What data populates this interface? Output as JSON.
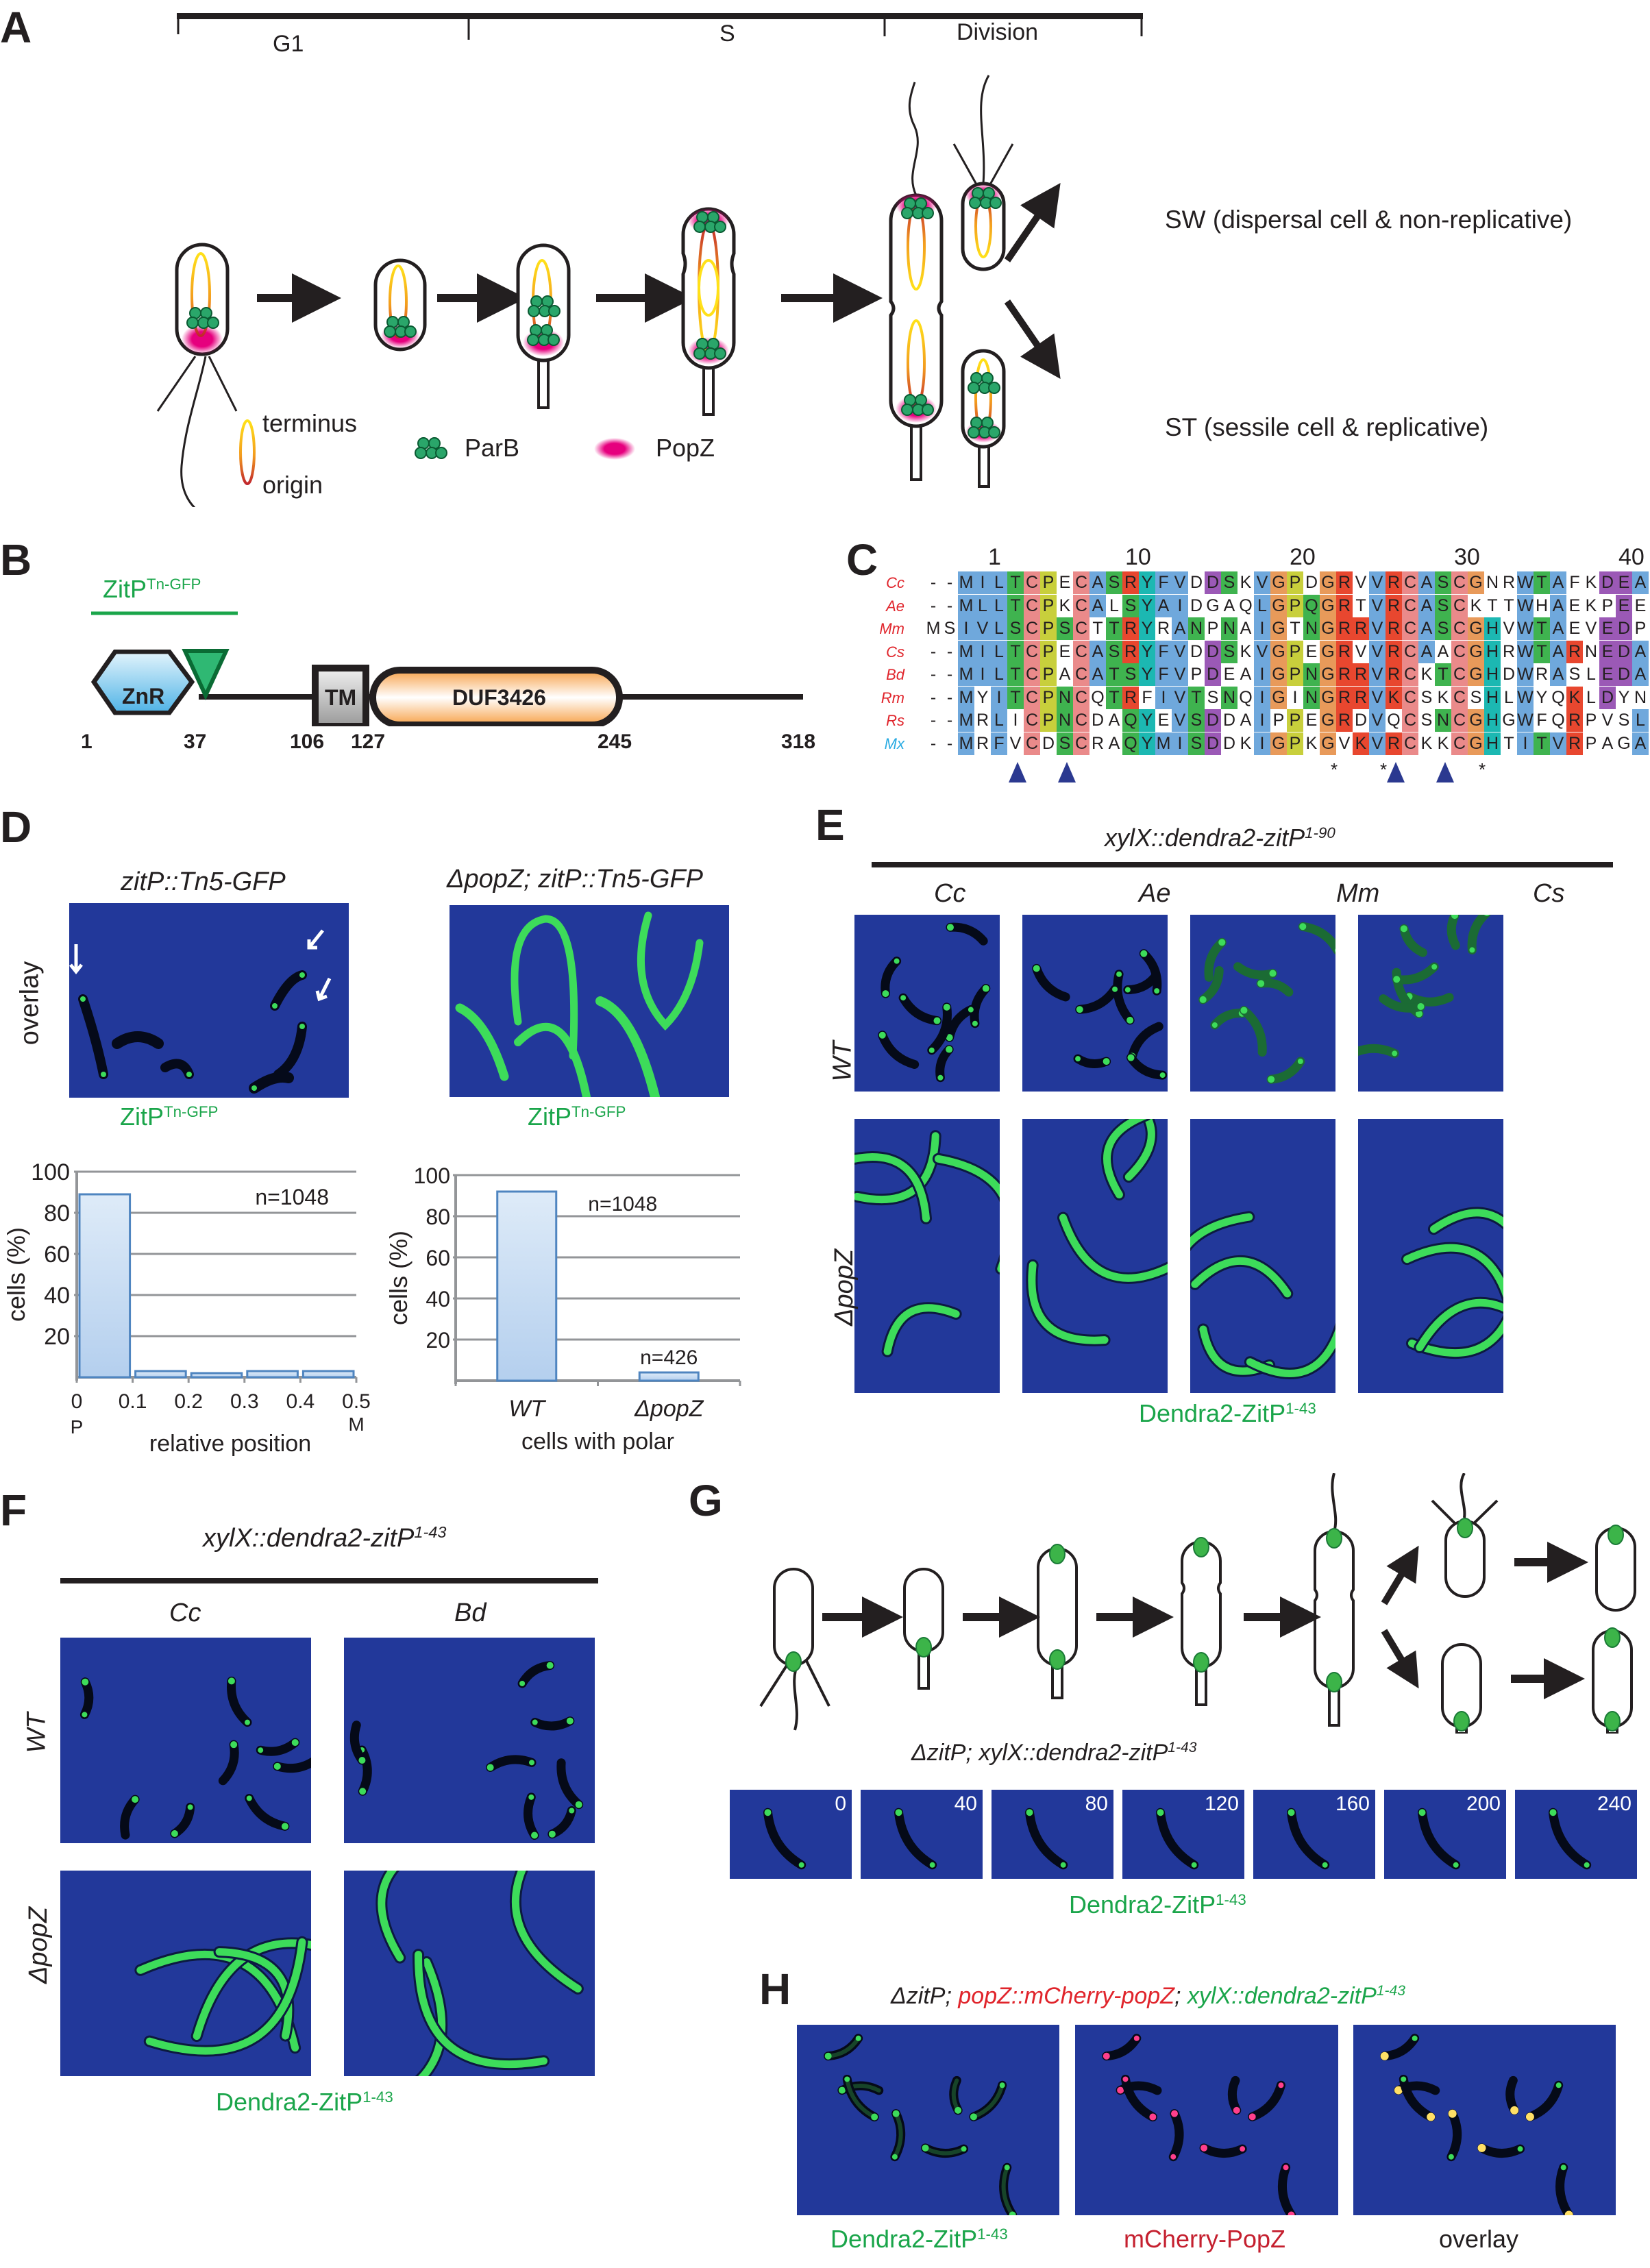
{
  "panels": {
    "A": {
      "label": "A",
      "phases": [
        "G1",
        "S",
        "Division"
      ],
      "legend": {
        "terminus": "terminus",
        "origin": "origin",
        "parb": "ParB",
        "popz": "PopZ"
      },
      "outcomes": {
        "sw": "SW (dispersal cell & non-replicative)",
        "st": "ST (sessile cell & replicative)"
      }
    },
    "B": {
      "label": "B",
      "construct": {
        "name": "ZitP",
        "sup": "Tn-GFP"
      },
      "domains": {
        "znr": "ZnR",
        "tm": "TM",
        "duf": "DUF3426"
      },
      "positions": [
        "1",
        "37",
        "106",
        "127",
        "245",
        "318"
      ]
    },
    "C": {
      "label": "C",
      "ruler": [
        "1",
        "10",
        "20",
        "30",
        "40"
      ],
      "species": [
        {
          "name": "Cc",
          "seq": "--MILTCPECASRYFVDDSKVGPDGRVVRCASCGNRWTAFKDEAE",
          "color": "#e0242b"
        },
        {
          "name": "Ae",
          "seq": "--MLLTCPKCALSYAIDGAQLGPQGRTVRCASCKTTWHAEKPEEP",
          "color": "#e0242b"
        },
        {
          "name": "Mm",
          "seq": "MSIVLSCPSCTTRYRANPNAIGTNGRRVRCASCGHVWTAEVEDP-",
          "color": "#e0242b"
        },
        {
          "name": "Cs",
          "seq": "--MILTCPECASRYFVDDSKVGPEGRVVRCAACGHRWTARNEDAT",
          "color": "#e0242b"
        },
        {
          "name": "Bd",
          "seq": "--MILTCPACATSYFVPDEAIGPNGRRVRCKTCGHDWRASLEDAP",
          "color": "#e0242b"
        },
        {
          "name": "Rm",
          "seq": "--MYITCPNCQTRFIVTSNQIGINGRRVKCSKCSHLWYQKLDYNT",
          "color": "#e0242b"
        },
        {
          "name": "Rs",
          "seq": "--MRLICPNCDAQYEVSDDAIPPEGRDVQCSNCGHGWFQRPVSLA",
          "color": "#e0242b"
        },
        {
          "name": "Mx",
          "seq": "--MRFVCDSCRAQYMISDDKIGPKGVKVRCKKCGHTITVRPAGAT",
          "color": "#29abe2"
        }
      ],
      "stars": [
        "*",
        "*",
        "*"
      ]
    },
    "D": {
      "label": "D",
      "left_title": "zitP::Tn5-GFP",
      "right_title": "ΔpopZ; zitP::Tn5-GFP",
      "row_label": "overlay",
      "channel_label": {
        "name": "ZitP",
        "sup": "Tn-GFP"
      }
    },
    "E": {
      "label": "E",
      "title": {
        "main": "xylX::dendra2-zitP",
        "sup": "1-90"
      },
      "columns": [
        "Cc",
        "Ae",
        "Mm",
        "Cs"
      ],
      "rows": [
        "WT",
        "ΔpopZ"
      ],
      "caption": {
        "main": "Dendra2-ZitP",
        "sup": "1-43"
      }
    },
    "F": {
      "label": "F",
      "title": {
        "main": "xylX::dendra2-zitP",
        "sup": "1-43"
      },
      "columns": [
        "Cc",
        "Bd"
      ],
      "rows": [
        "WT",
        "ΔpopZ"
      ],
      "caption": {
        "main": "Dendra2-ZitP",
        "sup": "1-43"
      }
    },
    "G": {
      "label": "G",
      "strain": {
        "main": "ΔzitP; xylX::dendra2-zitP",
        "sup": "1-43"
      },
      "timepoints": [
        "0",
        "40",
        "80",
        "120",
        "160",
        "200",
        "240"
      ],
      "caption": {
        "main": "Dendra2-ZitP",
        "sup": "1-43"
      }
    },
    "H": {
      "label": "H",
      "strain": {
        "part1": "ΔzitP; ",
        "part2": "popZ::mCherry-popZ",
        "part3": "; ",
        "part4": "xylX::dendra2-zitP",
        "sup": "1-43"
      },
      "captions": [
        {
          "main": "Dendra2-ZitP",
          "sup": "1-43"
        },
        {
          "main": "mCherry-PopZ",
          "sup": ""
        },
        {
          "main": "overlay",
          "sup": ""
        }
      ]
    }
  },
  "chart_data": [
    {
      "type": "bar",
      "title": "",
      "xlabel": "relative position of ZitP::Tn5-GFP",
      "ylabel": "cells (%)",
      "bin_edges": [
        0,
        0.1,
        0.2,
        0.3,
        0.4,
        0.5
      ],
      "x_tick_labels": [
        "0",
        "0.1",
        "0.2",
        "0.3",
        "0.4",
        "0.5"
      ],
      "x_end_labels": [
        "P",
        "M"
      ],
      "values": [
        89,
        3,
        2,
        3,
        3
      ],
      "ylim": [
        0,
        100
      ],
      "y_ticks": [
        "20",
        "40",
        "60",
        "80",
        "100"
      ],
      "annotation": "n=1048",
      "grid": true
    },
    {
      "type": "bar",
      "title": "",
      "xlabel": "cells with polar ZitP::Tn5-GFP",
      "xlabel_lines": [
        "cells with polar",
        "ZitP::Tn5-GFP"
      ],
      "ylabel": "cells (%)",
      "categories": [
        "WT",
        "ΔpopZ"
      ],
      "values": [
        92,
        4
      ],
      "annotations": [
        "n=1048",
        "n=426"
      ],
      "ylim": [
        0,
        100
      ],
      "y_ticks": [
        "20",
        "40",
        "60",
        "80",
        "100"
      ],
      "grid": true
    }
  ],
  "colors": {
    "micro_bg": "#22389a",
    "gfp": "#3ddc5a",
    "mcherry": "#ff3f8c",
    "popz": "#e6007e",
    "parb": "#2aa66a",
    "bar_fill": "#b4cfee",
    "bar_edge": "#4f85c0"
  }
}
